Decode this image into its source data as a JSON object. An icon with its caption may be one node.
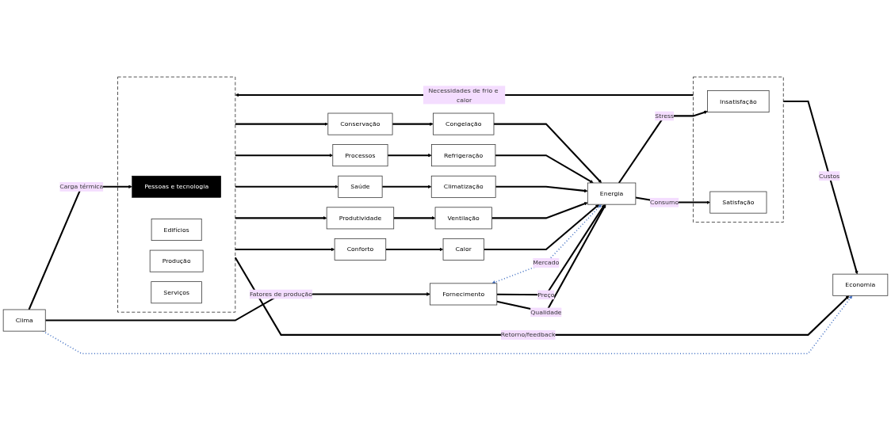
{
  "diagram": {
    "nodes": [
      {
        "text": [],
        "shape": "box"
      },
      {
        "text": [
          "Pessoas e tecnologia"
        ],
        "in": 0
      },
      {
        "text": [
          "Clima"
        ]
      },
      {
        "text": [
          "Fornecimento"
        ]
      },
      {
        "text": [
          "Edifícios"
        ],
        "in": 0
      },
      {
        "text": [
          "Conforto"
        ]
      },
      {
        "text": [
          "Calor"
        ]
      },
      {
        "text": [
          "Produtividade"
        ]
      },
      {
        "text": [
          "Ventilação"
        ]
      },
      {
        "text": [
          "Saúde"
        ]
      },
      {
        "text": [
          "Climatização"
        ]
      },
      {
        "text": [
          "Energia"
        ]
      },
      {
        "text": [
          "Produção"
        ],
        "in": 0
      },
      {
        "text": [
          "Processos"
        ]
      },
      {
        "text": [
          "Refrigeração"
        ]
      },
      {
        "text": [
          "Conservação"
        ]
      },
      {
        "text": [
          "Congelação"
        ]
      },
      {
        "text": [
          "Serviços"
        ],
        "in": 0
      },
      {
        "text": [
          "Economia"
        ]
      },
      {
        "text": [],
        "shape": "box"
      },
      {
        "text": [
          "Insatisfação"
        ],
        "in": 19
      },
      {
        "text": [
          "Satisfação"
        ],
        "in": 19
      }
    ],
    "edges": [
      {
        "from": 2,
        "to": 1,
        "arrow": "to",
        "label": "Carga térmica"
      },
      {
        "from": 2,
        "to": 3,
        "arrow": "to",
        "label": "Fatores de produção"
      },
      {
        "from": 2,
        "to": 18,
        "arrow": "to",
        "style": "dashed",
        "color": "#4472c4"
      },
      {
        "from": 3,
        "to": 11,
        "arrow": "to",
        "label": "Qualidade"
      },
      {
        "from": 3,
        "to": 11,
        "arrow": "to",
        "label": "Preço"
      },
      {
        "from": 3,
        "to": 11,
        "arrow": "both",
        "label": "Mercado",
        "style": "dashed",
        "color": "#4472c4"
      },
      {
        "from": 0,
        "to": 5,
        "arrow": "to"
      },
      {
        "from": 0,
        "to": 7,
        "arrow": "to"
      },
      {
        "from": 0,
        "to": 9,
        "arrow": "to"
      },
      {
        "from": 0,
        "to": 13,
        "arrow": "to"
      },
      {
        "from": 0,
        "to": 15,
        "arrow": "to"
      },
      {
        "from": 5,
        "to": 6,
        "arrow": "to"
      },
      {
        "from": 7,
        "to": 8,
        "arrow": "to"
      },
      {
        "from": 9,
        "to": 10,
        "arrow": "to"
      },
      {
        "from": 13,
        "to": 14,
        "arrow": "to"
      },
      {
        "from": 15,
        "to": 16,
        "arrow": "to"
      },
      {
        "from": 6,
        "to": 11,
        "arrow": "to"
      },
      {
        "from": 8,
        "to": 11,
        "arrow": "to"
      },
      {
        "from": 10,
        "to": 11,
        "arrow": "to"
      },
      {
        "from": 14,
        "to": 11,
        "arrow": "to"
      },
      {
        "from": 16,
        "to": 11,
        "arrow": "to"
      },
      {
        "from": 11,
        "to": 20,
        "arrow": "to",
        "label": "Stress"
      },
      {
        "from": 11,
        "to": 21,
        "arrow": "to",
        "label": "Consumo"
      },
      {
        "from": 0,
        "to": 18,
        "arrow": "to",
        "label": "Retorno/feedback"
      },
      {
        "from": 19,
        "to": 18,
        "arrow": "to",
        "label": "Custos"
      },
      {
        "from": 19,
        "to": 0,
        "arrow": "to",
        "label": "Necessidades de frio e calor"
      }
    ]
  }
}
